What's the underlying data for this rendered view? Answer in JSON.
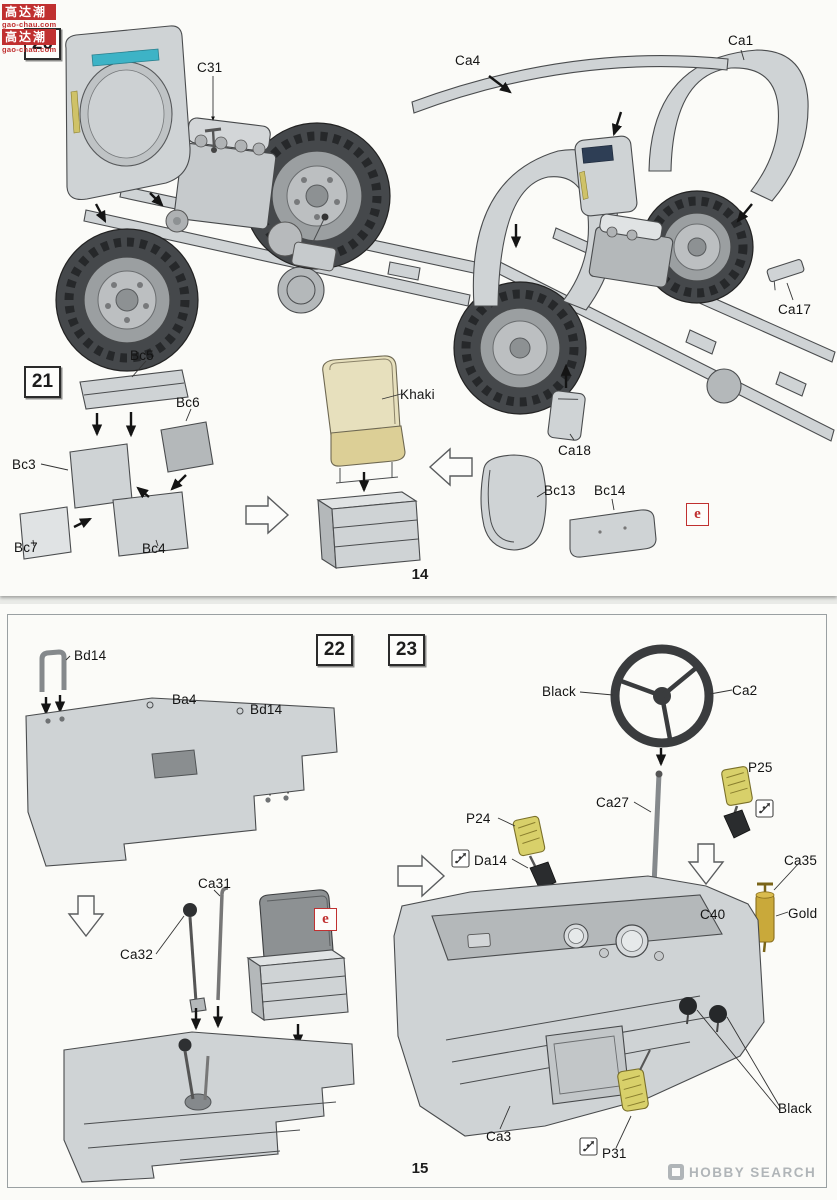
{
  "document": {
    "page14_number": "14",
    "page15_number": "15"
  },
  "steps": {
    "s20": "20",
    "s21": "21",
    "s22": "22",
    "s23": "23"
  },
  "badges": {
    "e1": "e",
    "e2": "e"
  },
  "callouts": {
    "c31": "C31",
    "ca4": "Ca4",
    "ca1": "Ca1",
    "ca17": "Ca17",
    "ca18": "Ca18",
    "bc5": "Bc5",
    "bc6": "Bc6",
    "bc3": "Bc3",
    "bc7": "Bc7",
    "bc4": "Bc4",
    "khaki": "Khaki",
    "bc13": "Bc13",
    "bc14": "Bc14",
    "bd14a": "Bd14",
    "ba4": "Ba4",
    "bd14b": "Bd14",
    "ca31": "Ca31",
    "ca32": "Ca32",
    "black_top": "Black",
    "ca2": "Ca2",
    "p25": "P25",
    "ca27": "Ca27",
    "p24": "P24",
    "da14": "Da14",
    "ca35": "Ca35",
    "c40": "C40",
    "gold": "Gold",
    "ca3": "Ca3",
    "p31": "P31",
    "black_bottom": "Black"
  },
  "watermark": {
    "brand": "高达潮",
    "url": "gao-chau.com"
  },
  "footer": {
    "logo_text": "HOBBY SEARCH"
  },
  "colors": {
    "paper": "#fbfbf8",
    "gap": "#e9eae7",
    "ink": "#1c1c1c",
    "line": "#4a4c4e",
    "part": "#cfd3d5",
    "part-light": "#e0e3e4",
    "part-dark": "#b4b8ba",
    "tire": "#45484b",
    "khaki": "#dccf96",
    "khaki-light": "#e7e0bd",
    "pedal": "#d8d06a",
    "gold": "#c9a93a",
    "teal": "#3db3c6",
    "stripe-yellow": "#cfc268",
    "red": "#c03030",
    "logo-gray": "#a4a9ad"
  }
}
